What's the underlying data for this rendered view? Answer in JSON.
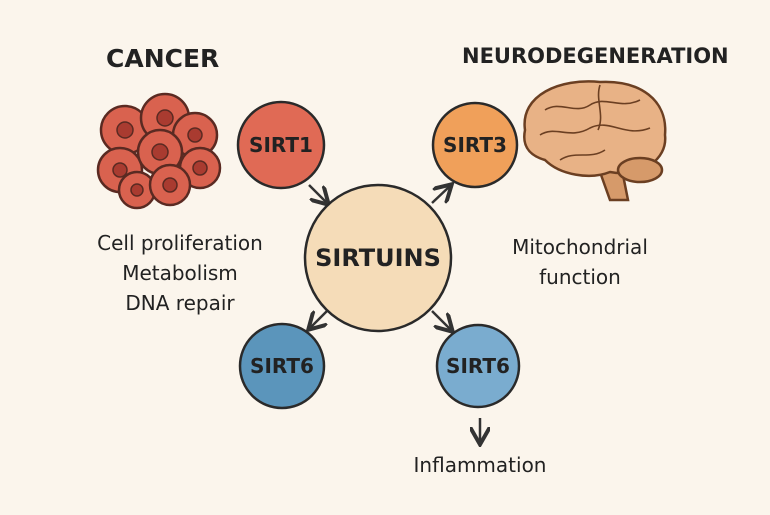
{
  "left": {
    "heading": "CANCER",
    "functions": [
      "Cell proliferation",
      "Metabolism",
      "DNA repair"
    ],
    "icon": "cancer-cells-icon"
  },
  "right": {
    "heading": "NEURODEGENERATION",
    "functions": [
      "Mitochondrial",
      "function"
    ],
    "icon": "brain-icon"
  },
  "center": {
    "label": "SIRTUINS",
    "color": "#f5dcb8"
  },
  "nodes": [
    {
      "label": "SIRT1",
      "color": "#e06a55"
    },
    {
      "label": "SIRT3",
      "color": "#f0a05a"
    },
    {
      "label": "SIRT6",
      "color": "#5b95bb"
    },
    {
      "label": "SIRT6",
      "color": "#7aaccf"
    }
  ],
  "bottom": {
    "label": "Inflammation"
  }
}
